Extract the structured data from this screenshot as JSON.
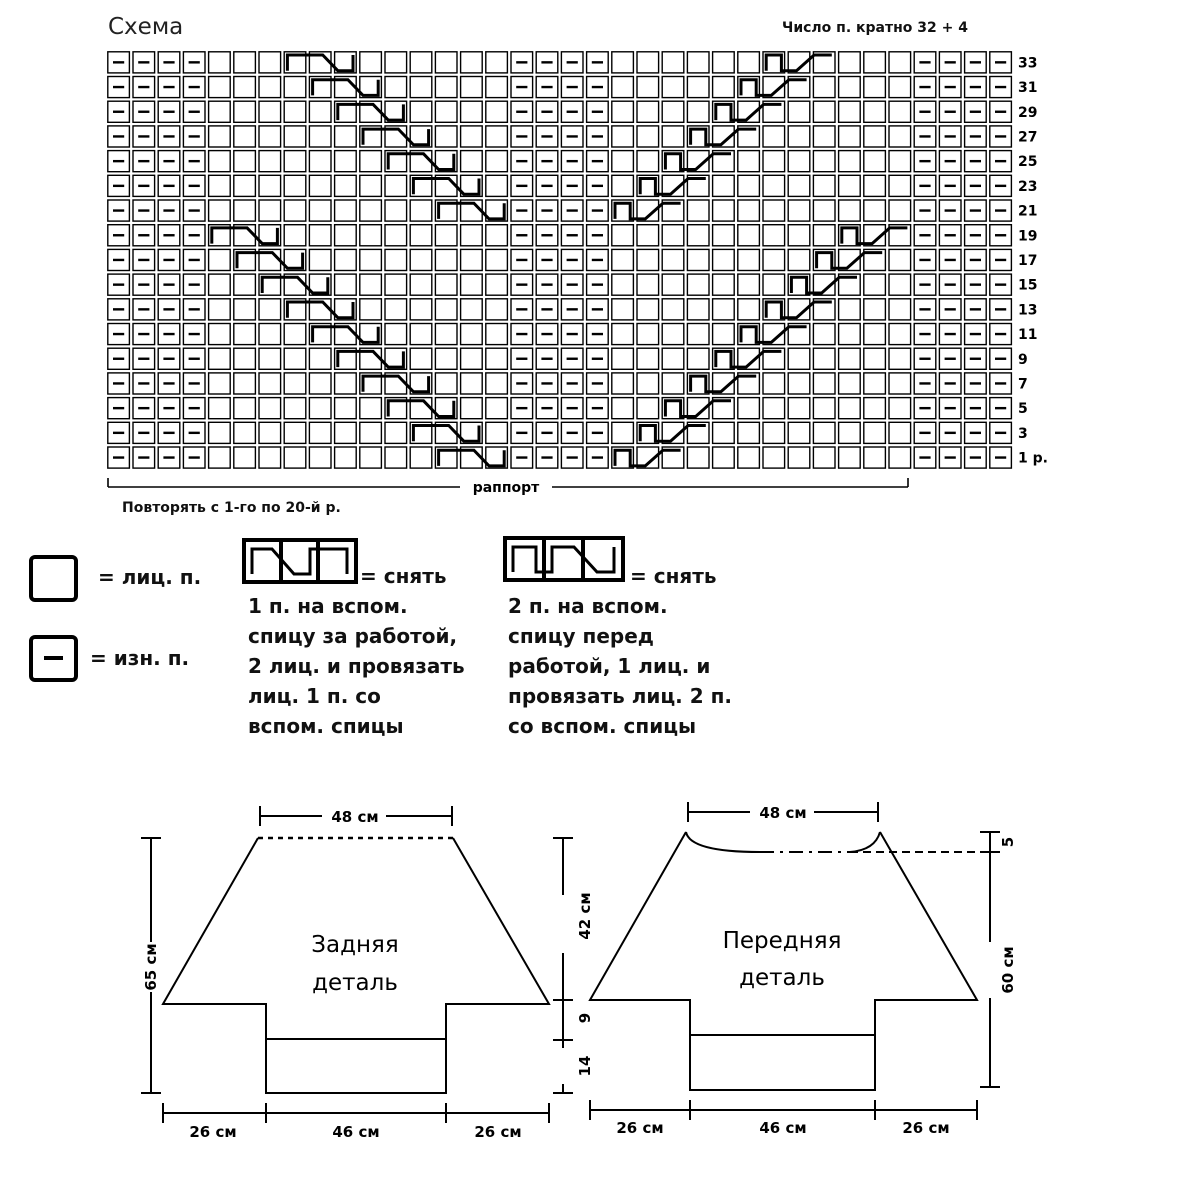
{
  "scheme": {
    "title": "Схема",
    "repeat_note": "Число п. кратно 32 + 4",
    "rows_note": "Повторять с 1-го по 20-й р.",
    "rapport_label": "раппорт",
    "columns": 36,
    "rows": 17,
    "purl_columns": [
      0,
      1,
      2,
      3,
      16,
      17,
      18,
      19,
      32,
      33,
      34,
      35
    ],
    "row_labels": [
      "1 р.",
      "3",
      "5",
      "7",
      "9",
      "11",
      "13",
      "15",
      "17",
      "19",
      "21",
      "23",
      "25",
      "27",
      "29",
      "31",
      "33"
    ]
  },
  "legend": {
    "knit": "= лиц. п.",
    "purl": "= изн. п.",
    "cable_right": "= снять\n1 п. на вспом.\nспицу за работой,\n2 лиц. и провязать\nлиц. 1 п. со\nвспом. спицы",
    "cable_left": "= снять\n2 п. на вспом.\nспицу перед\nработой, 1 лиц. и\nпровязать лиц. 2 п.\nсо вспом. спицы"
  },
  "back_piece": {
    "name_line1": "Задняя",
    "name_line2": "деталь",
    "top_width": "48 см",
    "height_total": "65 см",
    "upper_height": "42 см",
    "side_height": "9",
    "band_height": "14",
    "left_width": "26 см",
    "middle_width": "46 см",
    "right_width": "26 см"
  },
  "front_piece": {
    "name_line1": "Передняя",
    "name_line2": "деталь",
    "top_width": "48 см",
    "neck_depth": "5",
    "height": "60 см",
    "left_width": "26 см",
    "middle_width": "46 см",
    "right_width": "26 см"
  }
}
